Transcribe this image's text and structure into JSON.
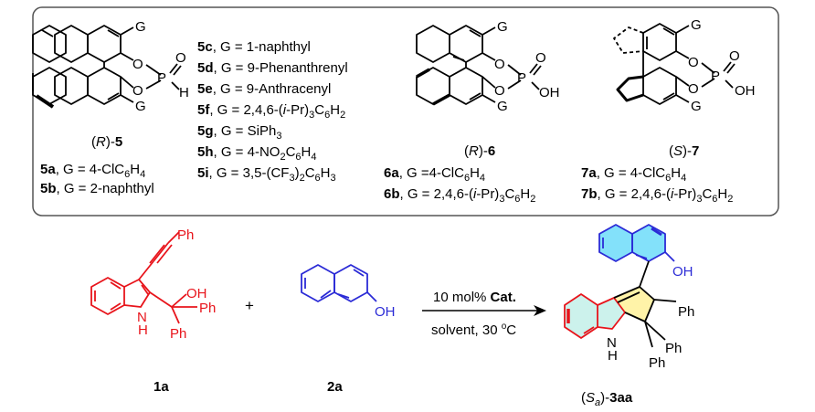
{
  "catalysts": {
    "c5": {
      "g_top": "G",
      "g_bottom": "G",
      "o1": "O",
      "o2": "O",
      "p": "P",
      "o3": "O",
      "oh": "H",
      "label_pre": "(",
      "label_config": "R",
      "label_post": ")-",
      "label_num": "5",
      "variants": [
        {
          "code": "5c",
          "text": ", G = 1-naphthyl"
        },
        {
          "code": "5d",
          "text": ", G = 9-Phenanthrenyl"
        },
        {
          "code": "5e",
          "text": ", G = 9-Anthracenyl"
        },
        {
          "code": "5f",
          "text_parts": [
            ", G = 2,4,6-(",
            "i",
            "-Pr)",
            "3",
            "C",
            "6",
            "H",
            "2"
          ]
        },
        {
          "code": "5g",
          "text_parts": [
            ", G = SiPh",
            "3"
          ]
        },
        {
          "code": "5h",
          "text_parts": [
            ", G = 4-NO",
            "2",
            "C",
            "6",
            "H",
            "4"
          ]
        },
        {
          "code": "5i",
          "text_parts": [
            ", G = 3,5-(CF",
            "3",
            ")",
            "2",
            "C",
            "6",
            "H",
            "3"
          ]
        }
      ],
      "a": {
        "code": "5a",
        "parts": [
          ", G = 4-ClC",
          "6",
          "H",
          "4"
        ]
      },
      "b": {
        "code": "5b",
        "text": ", G = 2-naphthyl"
      }
    },
    "c6": {
      "g_top": "G",
      "g_bottom": "G",
      "o1": "O",
      "o2": "O",
      "p": "P",
      "o3": "O",
      "oh": "OH",
      "label_pre": "(",
      "label_config": "R",
      "label_post": ")-",
      "label_num": "6",
      "a": {
        "code": "6a",
        "parts": [
          ", G =4-ClC",
          "6",
          "H",
          "4"
        ]
      },
      "b": {
        "code": "6b",
        "parts": [
          ", G = 2,4,6-(",
          "i",
          "-Pr)",
          "3",
          "C",
          "6",
          "H",
          "2"
        ]
      }
    },
    "c7": {
      "g_top": "G",
      "g_bottom": "G",
      "o1": "O",
      "o2": "O",
      "p": "P",
      "o3": "O",
      "oh": "OH",
      "label_pre": "(",
      "label_config": "S",
      "label_post": ")-",
      "label_num": "7",
      "a": {
        "code": "7a",
        "parts": [
          ", G = 4-ClC",
          "6",
          "H",
          "4"
        ]
      },
      "b": {
        "code": "7b",
        "parts": [
          ", G = 2,4,6-(",
          "i",
          "-Pr)",
          "3",
          "C",
          "6",
          "H",
          "2"
        ]
      }
    }
  },
  "reaction": {
    "sm1": {
      "ph_alkyne": "Ph",
      "oh": "OH",
      "ph1": "Ph",
      "ph2": "Ph",
      "n": "N",
      "h": "H",
      "label": "1a"
    },
    "plus": "+",
    "sm2": {
      "oh": "OH",
      "label": "2a"
    },
    "conditions_top_pre": "10 mol% ",
    "conditions_top_bold": "Cat.",
    "conditions_bottom_pre": "solvent, 30 ",
    "conditions_bottom_sup": "o",
    "conditions_bottom_post": "C",
    "product": {
      "oh": "OH",
      "ph_a": "Ph",
      "ph_b": "Ph",
      "ph_c": "Ph",
      "n": "N",
      "h": "H",
      "label_pre": "(",
      "label_s": "S",
      "label_sub": "a",
      "label_post": ")-",
      "label_num": "3aa"
    }
  },
  "colors": {
    "red": "#e8141b",
    "blue": "#2b2bd6",
    "cyan": "#00b4f0",
    "teal_fill": "#ccf2ec",
    "yellow_fill": "#fff3a8",
    "black": "#000000"
  }
}
